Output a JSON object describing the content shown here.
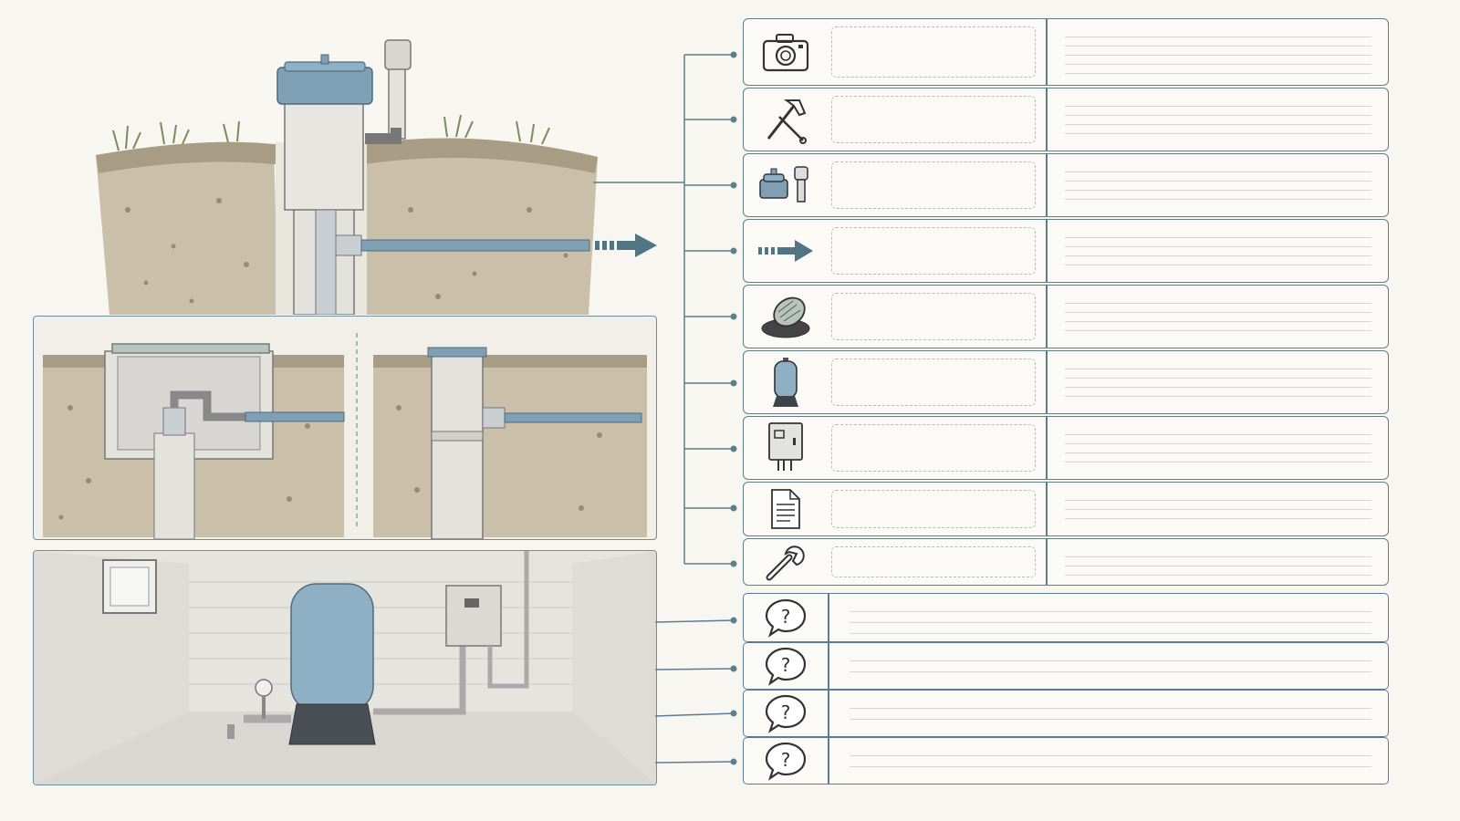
{
  "figure": {
    "colors": {
      "frame": "#5f7f86",
      "frame_blue": "#5b7b9a",
      "pipe_blue": "#7f9fb5",
      "tank_blue": "#8fb0c4",
      "soil": "#c8bca4",
      "background": "#f7f6f1"
    },
    "illustrations": [
      {
        "name": "wellhead-above-ground"
      },
      {
        "name": "pitless-vault"
      },
      {
        "name": "pitless-adapter"
      },
      {
        "name": "basement-pressure-tank"
      }
    ],
    "checklist": [
      {
        "icon": "camera-icon"
      },
      {
        "icon": "hammer-wrench-icon"
      },
      {
        "icon": "well-cap-icon"
      },
      {
        "icon": "arrow-right-icon"
      },
      {
        "icon": "manhole-cover-icon"
      },
      {
        "icon": "pressure-tank-icon"
      },
      {
        "icon": "control-box-icon"
      },
      {
        "icon": "document-icon"
      },
      {
        "icon": "wrench-icon"
      }
    ],
    "questions": [
      {
        "icon": "question-bubble-icon"
      },
      {
        "icon": "question-bubble-icon"
      },
      {
        "icon": "question-bubble-icon"
      },
      {
        "icon": "question-bubble-icon"
      }
    ],
    "question_mark": "?"
  }
}
